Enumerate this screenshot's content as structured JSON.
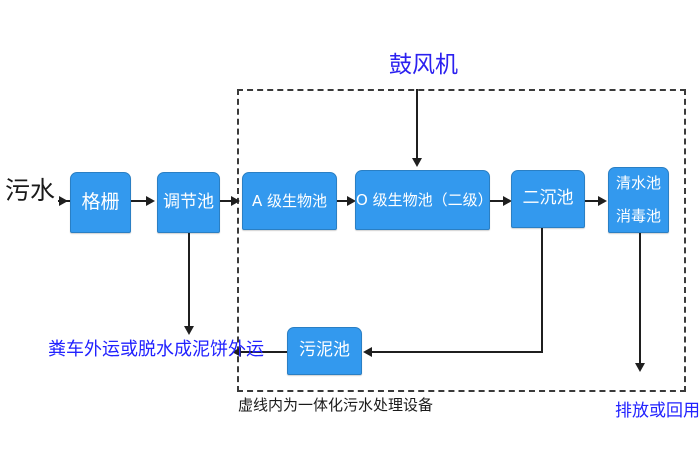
{
  "diagram": {
    "title_label_top": "鼓风机",
    "inlet_label": "污水",
    "outlet_label_left": "粪车外运或脱水成泥饼外运",
    "outlet_label_right": "排放或回用",
    "enclosure_caption": "虚线内为一体化污水处理设备",
    "colors": {
      "node_fill": "#3399ee",
      "node_border": "#2a7fc4",
      "node_text": "#ffffff",
      "connector": "#1f1f1f",
      "dashed_border": "#3a3a3a",
      "label_blue": "#2b20f0",
      "label_black": "#1a1a1a",
      "background": "#ffffff"
    },
    "nodes": [
      {
        "id": "grille",
        "label": "格栅"
      },
      {
        "id": "regulating",
        "label": "调节池"
      },
      {
        "id": "a-stage",
        "label": "A 级生物池"
      },
      {
        "id": "o-stage",
        "label": "O 级生物池（二级）"
      },
      {
        "id": "secondary",
        "label": "二沉池"
      },
      {
        "id": "clearwater",
        "label_line1": "清水池",
        "label_line2": "消毒池"
      },
      {
        "id": "sludge",
        "label": "污泥池"
      }
    ]
  }
}
